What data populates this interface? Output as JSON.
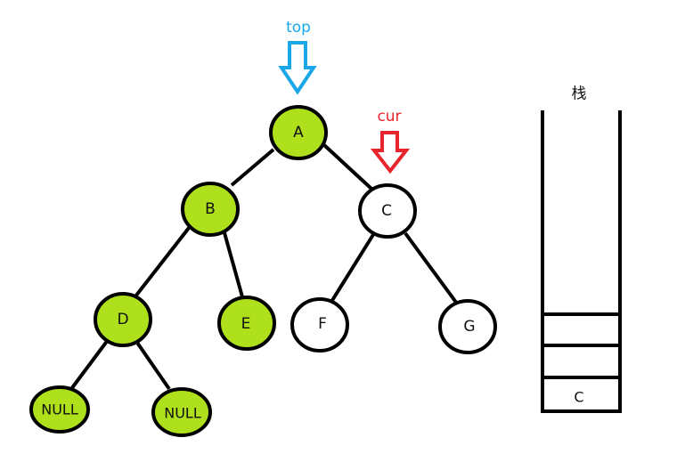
{
  "colors": {
    "visited_fill": "#aee01c",
    "unvisited_fill": "#ffffff",
    "stroke": "#000000",
    "top_pointer": "#1aa7e8",
    "cur_pointer": "#e8252c"
  },
  "pointers": {
    "top": {
      "label": "top",
      "target": "A"
    },
    "cur": {
      "label": "cur",
      "target": "C"
    }
  },
  "tree": {
    "nodes": [
      {
        "id": "A",
        "label": "A",
        "visited": true
      },
      {
        "id": "B",
        "label": "B",
        "visited": true
      },
      {
        "id": "C",
        "label": "C",
        "visited": false
      },
      {
        "id": "D",
        "label": "D",
        "visited": true
      },
      {
        "id": "E",
        "label": "E",
        "visited": true
      },
      {
        "id": "F",
        "label": "F",
        "visited": false
      },
      {
        "id": "G",
        "label": "G",
        "visited": false
      },
      {
        "id": "N1",
        "label": "NULL",
        "visited": true
      },
      {
        "id": "N2",
        "label": "NULL",
        "visited": true
      }
    ],
    "edges": [
      [
        "A",
        "B"
      ],
      [
        "A",
        "C"
      ],
      [
        "B",
        "D"
      ],
      [
        "B",
        "E"
      ],
      [
        "C",
        "F"
      ],
      [
        "C",
        "G"
      ],
      [
        "D",
        "N1"
      ],
      [
        "D",
        "N2"
      ]
    ]
  },
  "stack": {
    "title": "栈",
    "items": [
      "C",
      "",
      ""
    ]
  }
}
